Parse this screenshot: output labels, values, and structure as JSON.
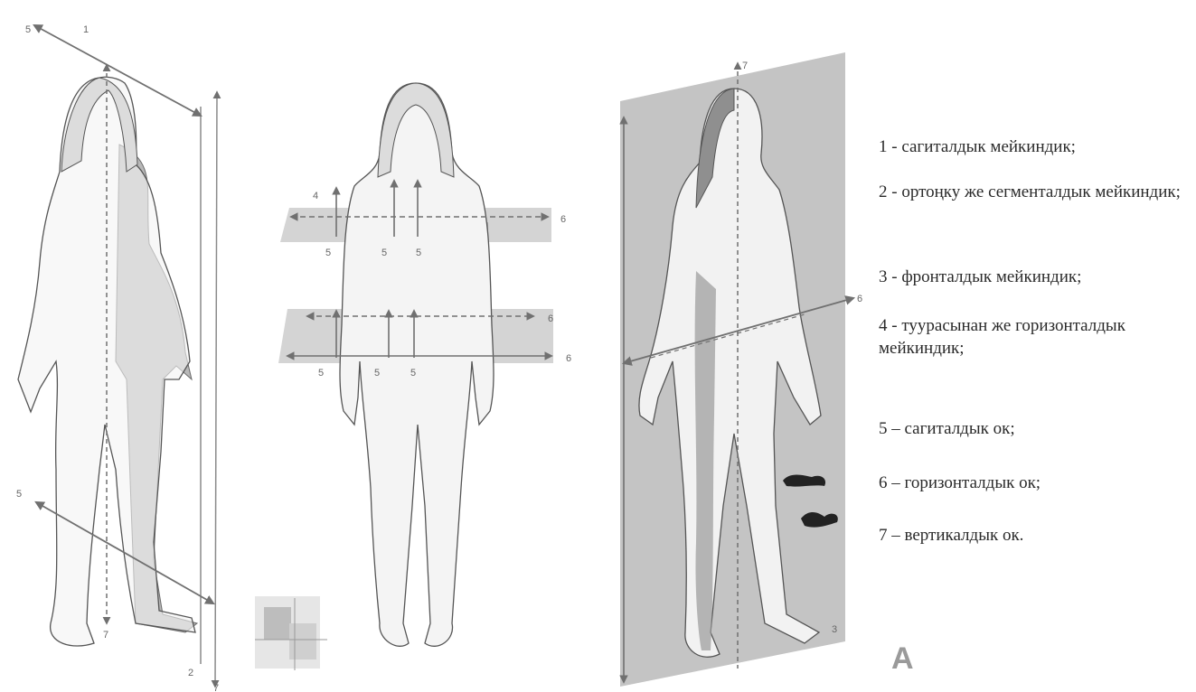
{
  "figure_labels": {
    "fig1": {
      "top_1": "1",
      "top_5": "5",
      "lower_5": "5",
      "bottom_7": "7",
      "bottom_2": "2",
      "edge_7": "7"
    },
    "fig2": {
      "upper_4": "4",
      "upper_6": "6",
      "upper_5a": "5",
      "upper_5b": "5",
      "upper_5c": "5",
      "lower_6a": "6",
      "lower_6b": "6",
      "lower_5a": "5",
      "lower_5b": "5",
      "lower_5c": "5"
    },
    "fig3": {
      "top_7": "7",
      "side_6": "6",
      "bottom_3": "3"
    }
  },
  "legend": [
    "1 - сагиталдык мейкиндик;",
    "2 - ортоңку же сегменталдык мейкиндик;",
    "3 - фронталдык мейкиндик;",
    "4 - туурасынан же горизонталдык мейкиндик;",
    "5 – сагиталдык ок;",
    "6 – горизонталдык ок;",
    "7 – вертикалдык ок."
  ],
  "plate_letter": "A",
  "colors": {
    "outline": "#5a5a5a",
    "plane": "#c9c9c9",
    "plane_dark": "#9b9b9b",
    "arrow": "#7a7a7a",
    "skin": "#f4f4f4"
  }
}
